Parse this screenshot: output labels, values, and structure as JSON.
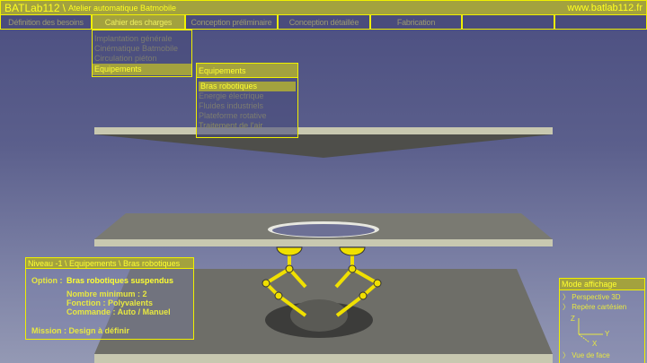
{
  "header": {
    "title": "BATLab112",
    "separator": "\\",
    "subtitle": "Atelier automatique Batmobile",
    "url": "www.batlab112.fr"
  },
  "menu": [
    {
      "label": "Définition des besoins"
    },
    {
      "label": "Cahier des charges"
    },
    {
      "label": "Conception préliminaire"
    },
    {
      "label": "Conception détaillée"
    },
    {
      "label": "Fabrication"
    },
    {
      "label": ""
    },
    {
      "label": ""
    }
  ],
  "dropdown1": [
    "Implantation générale",
    "Cinématique Batmobile",
    "Circulation piéton",
    "Equipements"
  ],
  "dropdown2": {
    "title": "Equipements",
    "items": [
      "Bras robotiques",
      "Energie électrique",
      "Fluides industriels",
      "Plateforme rotative",
      "Traitement de l'air"
    ]
  },
  "info": {
    "breadcrumb": "Niveau -1 \\ Equipements \\ Bras robotiques",
    "option_label": "Option :",
    "option_value": "Bras robotiques suspendus",
    "lines": [
      "Nombre minimum : 2",
      "Fonction : Polyvalents",
      "Commande : Auto / Manuel"
    ],
    "mission": "Mission : Design à définir"
  },
  "mode": {
    "title": "Mode affichage",
    "items": [
      "Perspective 3D",
      "Repère cartésien",
      "Vue de face"
    ],
    "axes": {
      "z": "Z",
      "y": "Y",
      "x": "X"
    }
  },
  "colors": {
    "accent": "#f0f000",
    "panel": "#a3a23e"
  }
}
